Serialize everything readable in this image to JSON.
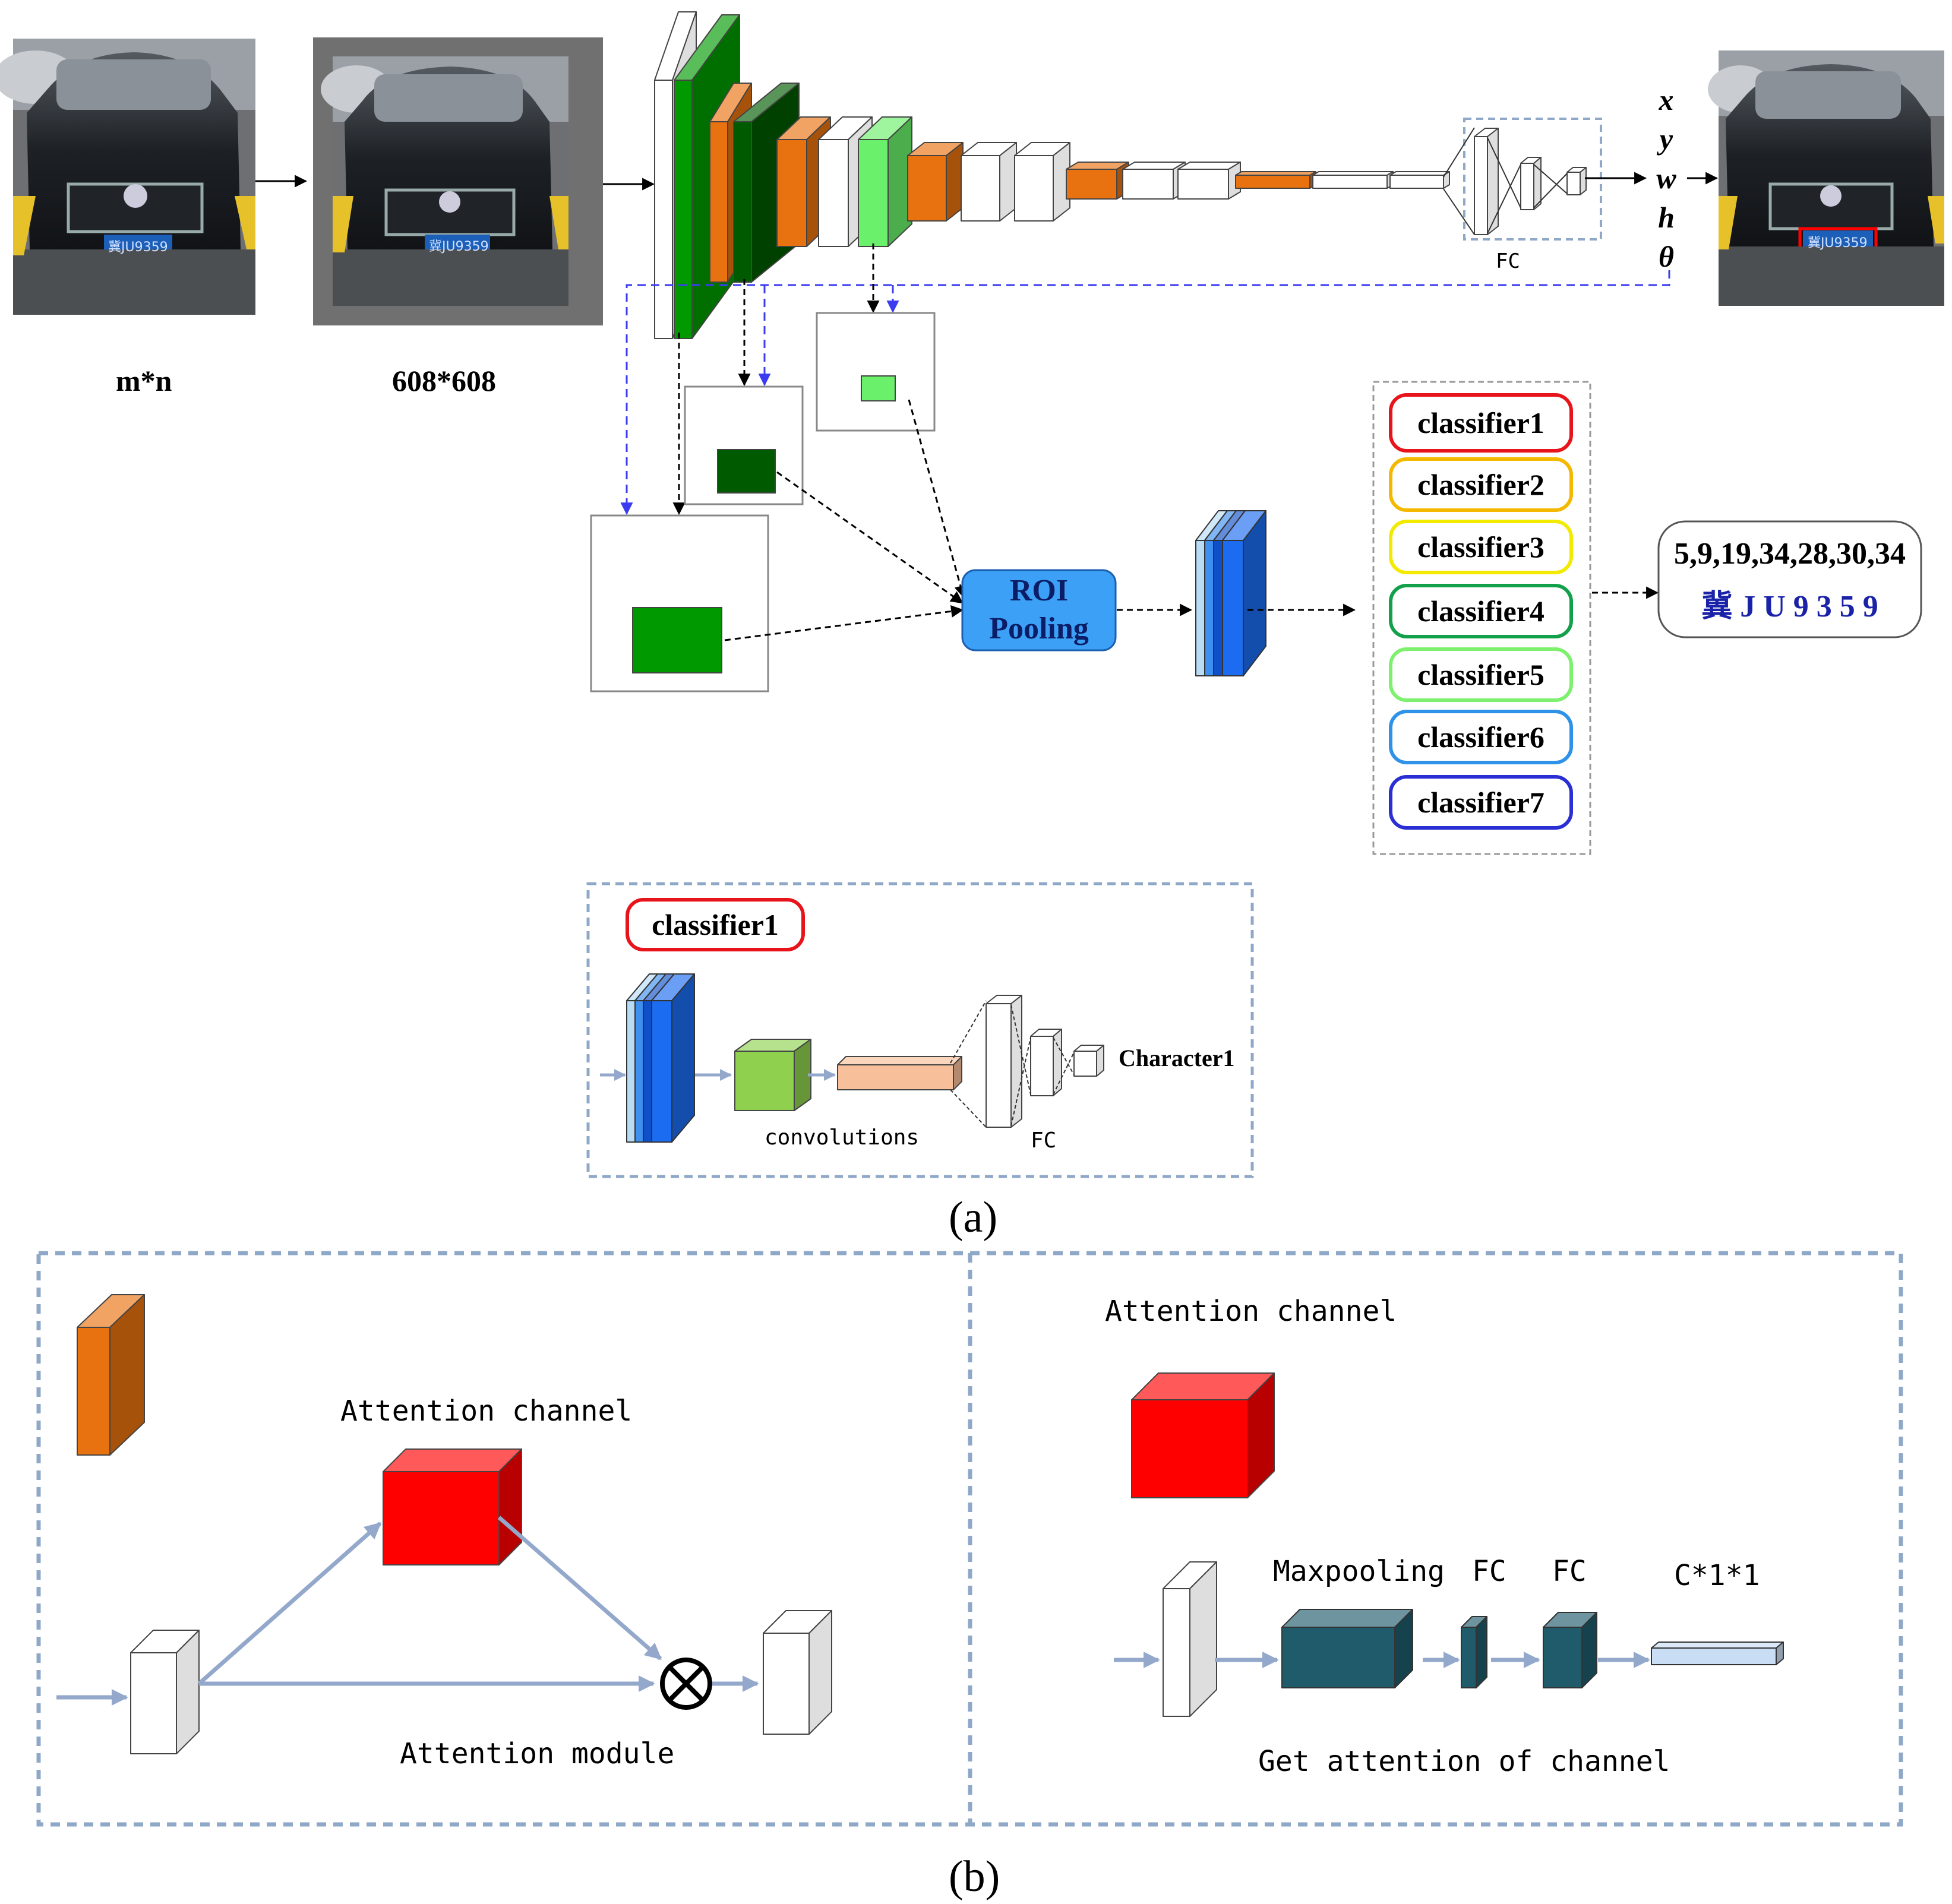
{
  "panel_a": {
    "input_size_label": "m*n",
    "resized_size_label": "608*608",
    "fc_label": "FC",
    "outputs": [
      "x",
      "y",
      "w",
      "h",
      "θ"
    ],
    "plate_text": "冀JU9359",
    "roi_pooling_label": [
      "ROI",
      "Pooling"
    ],
    "classifiers": [
      {
        "label": "classifier1",
        "color": "#e8141b"
      },
      {
        "label": "classifier2",
        "color": "#f5b800"
      },
      {
        "label": "classifier3",
        "color": "#f2ea00"
      },
      {
        "label": "classifier4",
        "color": "#12a14a"
      },
      {
        "label": "classifier5",
        "color": "#7df06e"
      },
      {
        "label": "classifier6",
        "color": "#2e93e8"
      },
      {
        "label": "classifier7",
        "color": "#2a2fd4"
      }
    ],
    "result_codes": "5,9,19,34,28,30,34",
    "result_plate": "冀 J U 9 3 5 9",
    "detail": {
      "classifier_label": "classifier1",
      "convolutions_label": "convolutions",
      "fc_label": "FC",
      "output_label": "Character1"
    },
    "caption": "(a)"
  },
  "panel_b": {
    "left": {
      "attention_channel_label": "Attention channel",
      "module_label": "Attention module"
    },
    "right": {
      "attention_channel_label": "Attention channel",
      "maxpooling_label": "Maxpooling",
      "fc1_label": "FC",
      "fc2_label": "FC",
      "output_label": "C*1*1",
      "caption_label": "Get attention of channel"
    },
    "caption": "(b)"
  },
  "colors": {
    "orange": "#e8720f",
    "green": "#009a00",
    "dark_green": "#005a00",
    "light_green": "#6af06a",
    "blue": "#1b6cf0",
    "red": "#ff0000",
    "teal": "#1f5b6b",
    "dashed_blue": "#3b3bf0",
    "border_grey_blue": "#8fa8c8",
    "plate_blue": "#1a22a8"
  }
}
